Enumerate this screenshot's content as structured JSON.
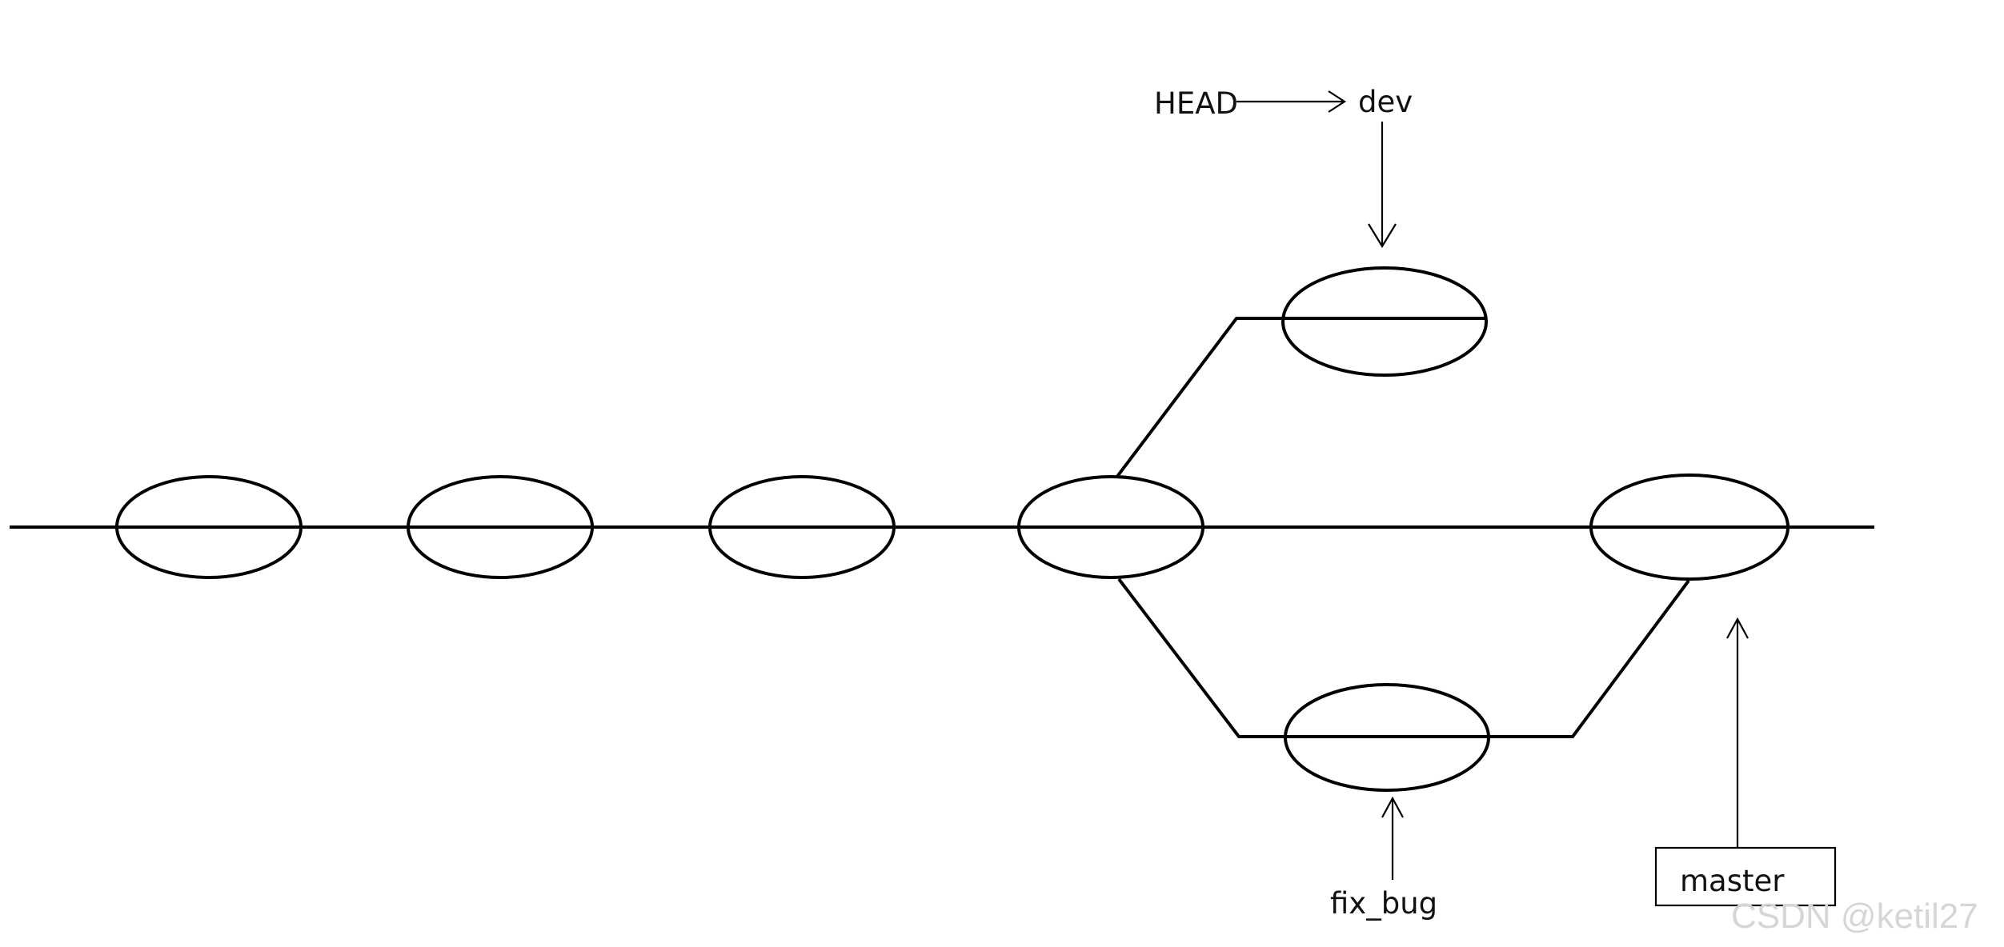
{
  "labels": {
    "head": "HEAD",
    "dev": "dev",
    "fix_bug": "fix_bug",
    "master": "master"
  },
  "watermark": "CSDN @ketil27",
  "colors": {
    "line": "#000000",
    "text": "#111111",
    "watermark": "#d6d6d6",
    "background": "#ffffff"
  }
}
